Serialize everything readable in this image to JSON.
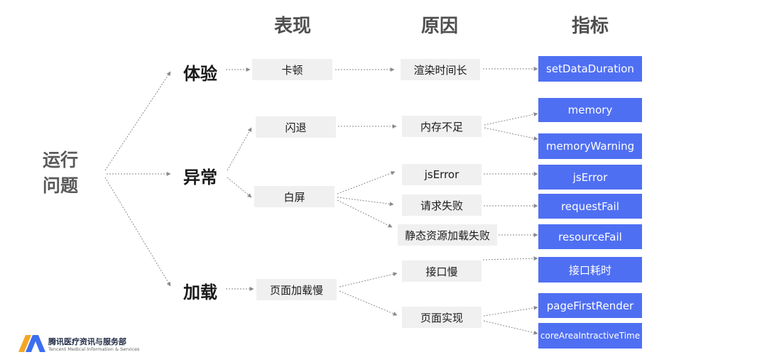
{
  "headers": {
    "manifestation": "表现",
    "cause": "原因",
    "metric": "指标"
  },
  "root": {
    "line1": "运行",
    "line2": "问题"
  },
  "categories": {
    "experience": "体验",
    "exception": "异常",
    "loading": "加载"
  },
  "manifestations": {
    "stutter": "卡顿",
    "crash": "闪退",
    "white_screen": "白屏",
    "slow_page_load": "页面加载慢"
  },
  "causes": {
    "long_render": "渲染时间长",
    "low_memory": "内存不足",
    "js_error": "jsError",
    "request_fail": "请求失败",
    "static_resource_fail": "静态资源加载失败",
    "slow_api": "接口慢",
    "page_impl": "页面实现"
  },
  "metrics": {
    "set_data_duration": "setDataDuration",
    "memory": "memory",
    "memory_warning": "memoryWarning",
    "js_error": "jsError",
    "request_fail": "requestFail",
    "resource_fail": "resourceFail",
    "api_time": "接口耗时",
    "page_first_render": "pageFirstRender",
    "core_area_interactive_time": "coreAreaIntractiveTime"
  },
  "logo": {
    "name_cn": "腾讯医疗资讯与服务部",
    "name_en": "Tencent Medical Information & Services"
  },
  "colors": {
    "metric_box": "#4f6ff3",
    "node_box": "#f0f0f0",
    "arrow": "#8a8a8a",
    "logo_orange": "#f5a623",
    "logo_blue": "#3c6ef0"
  }
}
